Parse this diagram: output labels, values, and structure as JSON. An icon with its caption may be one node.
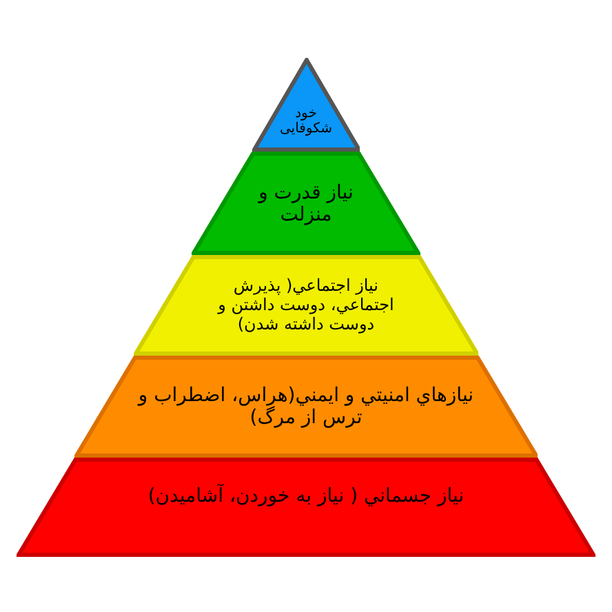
{
  "diagram": {
    "nodes": [
      {
        "text": [
          "خود شکوفایی"
        ]
      },
      {
        "text": [
          "نياز قدرت و منزلت"
        ]
      },
      {
        "text": [
          "نياز اجتماعي( پذيرش اجتماعي، دوست داشتن و دوست داشته شدن)"
        ]
      },
      {
        "text": [
          "نيازهاي امنيتي و ايمني(هراس، اضطراب و ترس از مرگ)"
        ]
      },
      {
        "text": [
          "نياز جسماني ( نياز به خوردن، آشاميدن)"
        ]
      }
    ]
  }
}
